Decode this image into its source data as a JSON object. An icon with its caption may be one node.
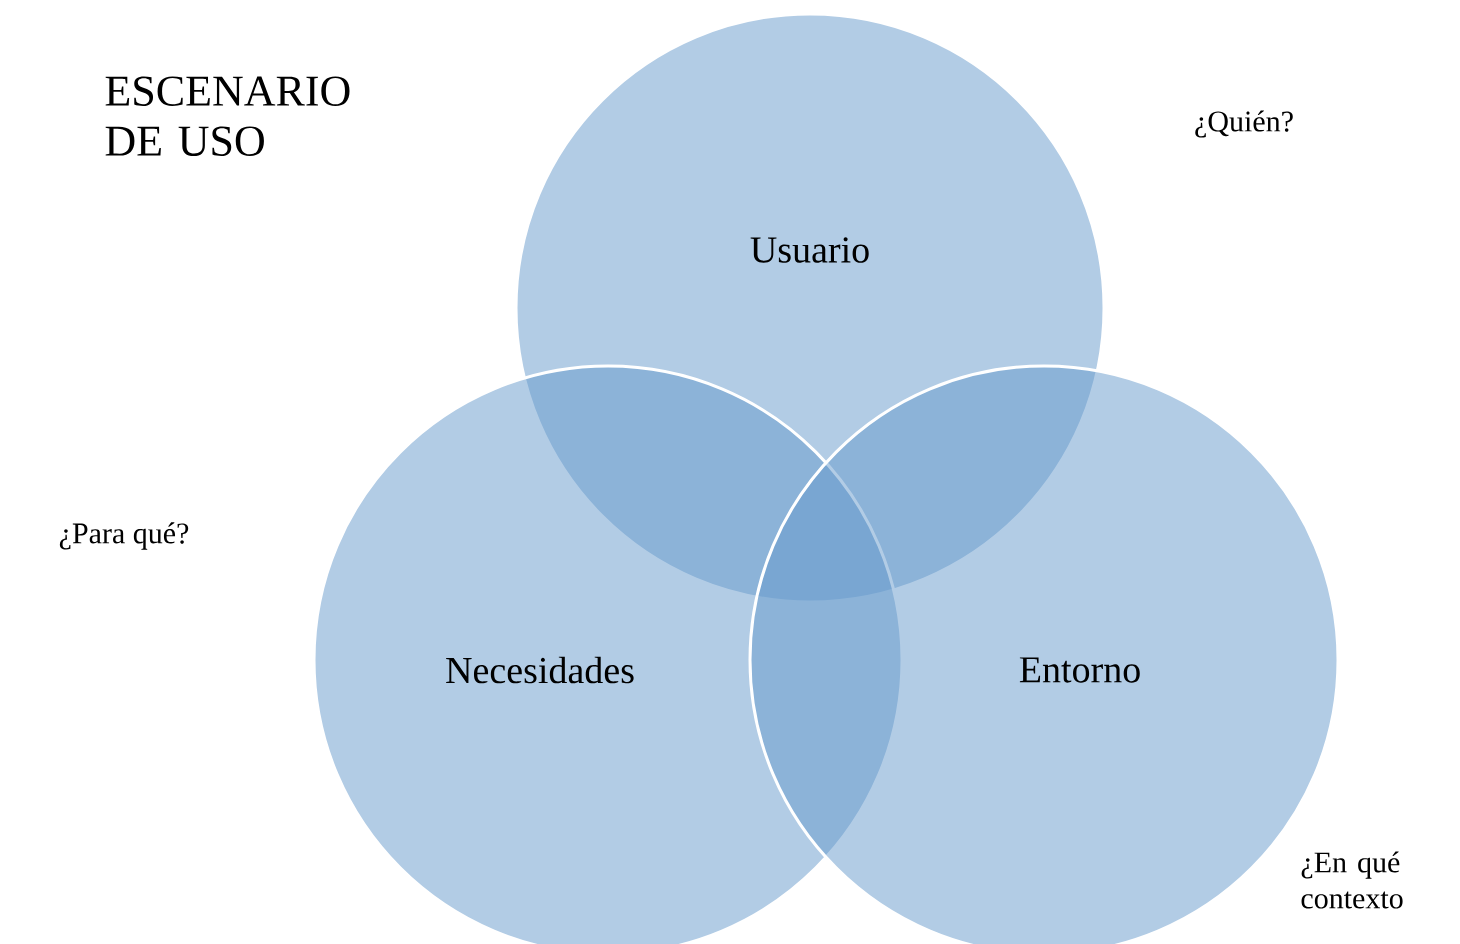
{
  "diagram": {
    "title": "ESCENARIO DE USO",
    "nodes": [
      {
        "text": [
          "Usuario"
        ]
      },
      {
        "text": [
          "Necesidades"
        ]
      },
      {
        "text": [
          "Entorno"
        ]
      }
    ],
    "labels": [
      "¿Quién?",
      "¿Para qué?",
      "¿En qué contexto"
    ]
  }
}
